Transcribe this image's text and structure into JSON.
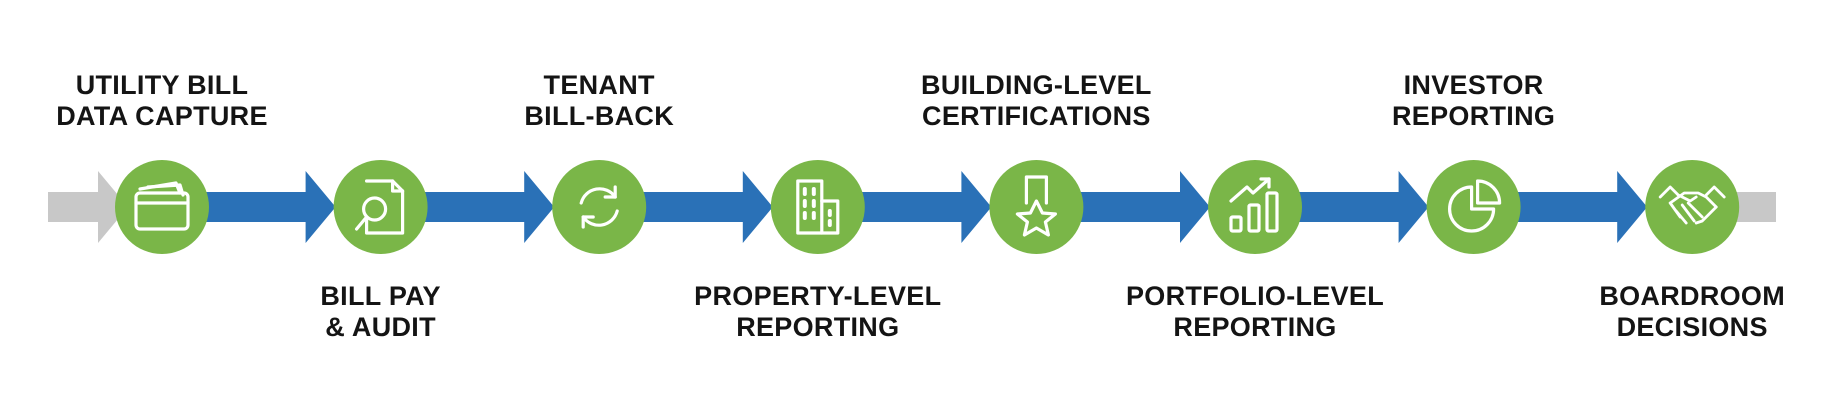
{
  "colors": {
    "arrow_blue": "#2a71b7",
    "circle_green": "#7ab648",
    "lead_gray": "#c8c8c8",
    "icon_white": "#ffffff",
    "text": "#141414"
  },
  "steps": [
    {
      "icon": "wallet-icon",
      "label_position": "top",
      "label_lines": [
        "UTILITY BILL",
        "DATA CAPTURE"
      ]
    },
    {
      "icon": "document-search-icon",
      "label_position": "bottom",
      "label_lines": [
        "BILL PAY",
        "& AUDIT"
      ]
    },
    {
      "icon": "refresh-icon",
      "label_position": "top",
      "label_lines": [
        "TENANT",
        "BILL-BACK"
      ]
    },
    {
      "icon": "building-icon",
      "label_position": "bottom",
      "label_lines": [
        "PROPERTY-LEVEL",
        "REPORTING"
      ]
    },
    {
      "icon": "award-star-icon",
      "label_position": "top",
      "label_lines": [
        "BUILDING-LEVEL",
        "CERTIFICATIONS"
      ]
    },
    {
      "icon": "growth-chart-icon",
      "label_position": "bottom",
      "label_lines": [
        "PORTFOLIO-LEVEL",
        "REPORTING"
      ]
    },
    {
      "icon": "pie-chart-icon",
      "label_position": "top",
      "label_lines": [
        "INVESTOR",
        "REPORTING"
      ]
    },
    {
      "icon": "handshake-icon",
      "label_position": "bottom",
      "label_lines": [
        "BOARDROOM",
        "DECISIONS"
      ]
    }
  ]
}
